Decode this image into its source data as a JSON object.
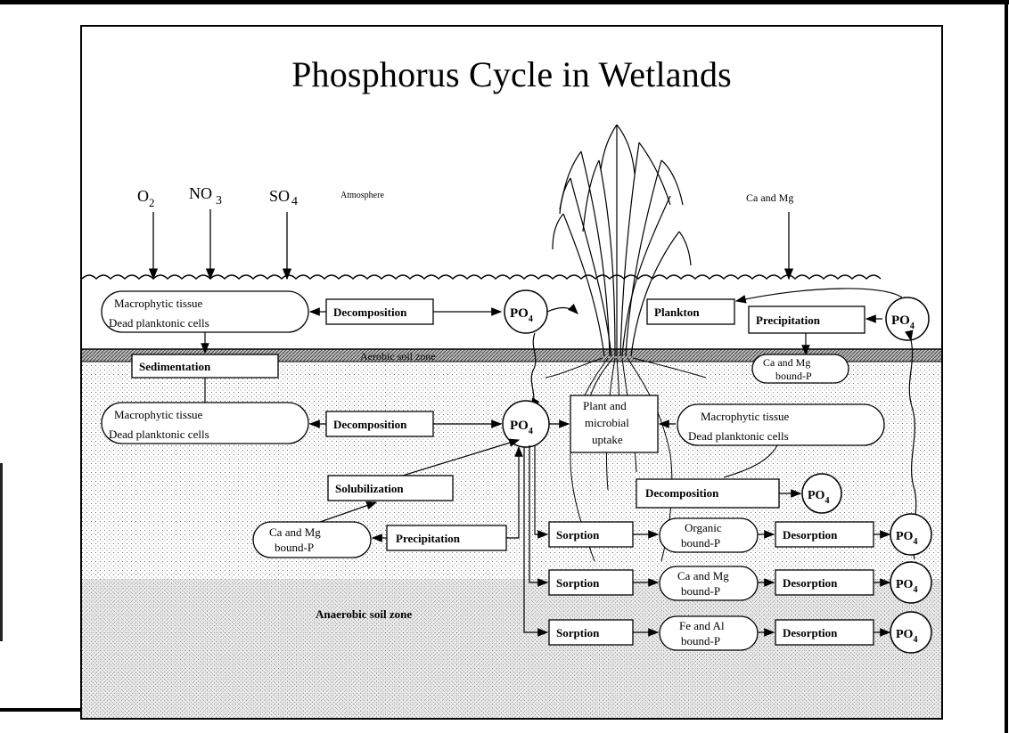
{
  "title": "Phosphorus Cycle in Wetlands",
  "atmosphere": {
    "o2": "O",
    "o2_sub": "2",
    "no3": "NO",
    "no3_sub": "3",
    "so4": "SO",
    "so4_sub": "4",
    "label": "Atmosphere",
    "ca_mg": "Ca and Mg"
  },
  "water_column": {
    "macrophytic": "Macrophytic tissue",
    "dead_planktonic": "Dead planktonic cells",
    "decomposition": "Decomposition",
    "plankton": "Plankton",
    "precipitation": "Precipitation",
    "po4": "PO",
    "po4_sub": "4"
  },
  "aerobic_zone": {
    "label": "Aerobic soil zone",
    "sedimentation": "Sedimentation",
    "ca_mg_bound_1": "Ca and Mg",
    "ca_mg_bound_2": "bound-P"
  },
  "anaerobic_zone": {
    "label": "Anaerobic soil zone",
    "macrophytic": "Macrophytic tissue",
    "dead_planktonic": "Dead planktonic cells",
    "decomposition": "Decomposition",
    "plant_uptake_1": "Plant and",
    "plant_uptake_2": "microbial",
    "plant_uptake_3": "uptake",
    "macrophytic_right": "Macrophytic tissue",
    "dead_planktonic_right": "Dead planktonic cells",
    "solubilization": "Solubilization",
    "decomposition_2": "Decomposition",
    "ca_mg_1": "Ca and Mg",
    "ca_mg_2": "bound-P",
    "precipitation": "Precipitation",
    "sorption": "Sorption",
    "desorption": "Desorption",
    "organic_1": "Organic",
    "organic_2": "bound-P",
    "camg_1": "Ca and Mg",
    "camg_2": "bound-P",
    "feal_1": "Fe and Al",
    "feal_2": "bound-P",
    "po4": "PO",
    "po4_sub": "4"
  }
}
